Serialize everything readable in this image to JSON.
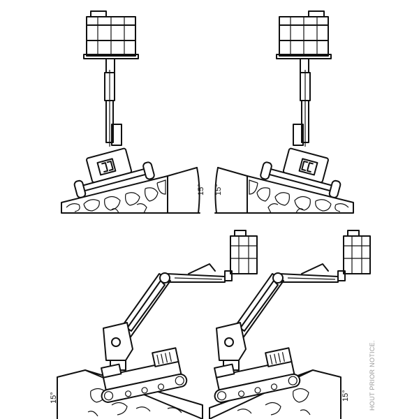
{
  "diagram": {
    "angle_labels": [
      "15°",
      "15°",
      "15°",
      "15°"
    ],
    "side_note": "HOUT PRIOR NOTICE."
  }
}
